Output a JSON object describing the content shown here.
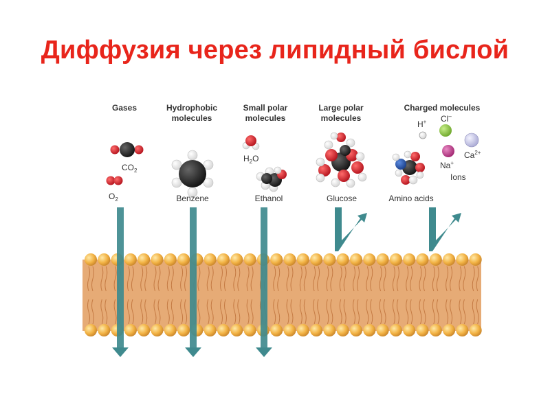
{
  "title": "Диффузия через липидный бислой",
  "columns": {
    "gases": {
      "header": [
        "Gases"
      ],
      "co2": "CO",
      "co2_sub": "2",
      "o2": "O",
      "o2_sub": "2"
    },
    "hydrophobic": {
      "header": [
        "Hydrophobic",
        "molecules"
      ],
      "label": "Benzene"
    },
    "small_polar": {
      "header": [
        "Small polar",
        "molecules"
      ],
      "h2o_a": "H",
      "h2o_sub": "2",
      "h2o_b": "O",
      "label": "Ethanol"
    },
    "large_polar": {
      "header": [
        "Large polar",
        "molecules"
      ],
      "label": "Glucose"
    },
    "charged": {
      "header": [
        "Charged molecules"
      ],
      "h": "H",
      "h_sup": "+",
      "cl": "Cl",
      "cl_sup": "–",
      "na": "Na",
      "na_sup": "+",
      "ca": "Ca",
      "ca_sup": "2+",
      "ions": "Ions",
      "label": "Amino acids"
    }
  },
  "colors": {
    "title": "#e8251b",
    "carbon": "#1a1a1a",
    "oxygen": "#d9202c",
    "hydrogen": "#ffffff",
    "nitrogen": "#1f4fa8",
    "chloride": "#8cc63f",
    "sodium": "#c43a8e",
    "calcium": "#c9c9e8",
    "arrow": "#3f8a8e",
    "arrow_edge": "#2a6a6e",
    "membrane": "#e6ab76",
    "tail": "#c47a43",
    "head": "#f2b244"
  },
  "icons": [
    "co2-molecule",
    "o2-molecule",
    "benzene-molecule",
    "water-molecule",
    "ethanol-molecule",
    "glucose-molecule",
    "amino-acid-molecule",
    "ion-spheres"
  ]
}
